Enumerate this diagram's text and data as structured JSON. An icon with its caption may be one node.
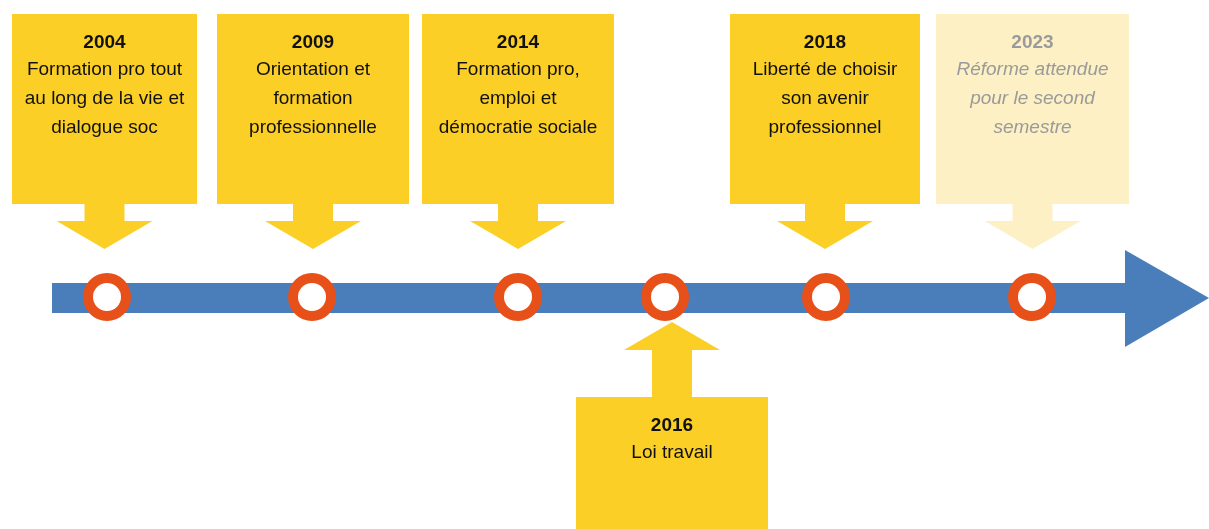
{
  "diagram": {
    "nodes": [
      {
        "text": [
          "2004",
          "Formation pro tout au long de la vie et dialogue soc"
        ]
      },
      {
        "text": [
          "2009",
          "Orientation et formation professionnelle"
        ]
      },
      {
        "text": [
          "2014",
          "Formation pro, emploi et démocratie sociale"
        ]
      },
      {
        "text": [
          "2018",
          "Liberté de choisir son avenir professionnel"
        ]
      },
      {
        "text": [
          "2023",
          "Réforme attendue pour le second semestre"
        ]
      },
      {
        "text": [],
        "shape": "circle"
      },
      {
        "text": [],
        "shape": "circle"
      },
      {
        "text": [],
        "shape": "circle"
      },
      {
        "text": [],
        "shape": "circle"
      },
      {
        "text": [],
        "shape": "circle"
      },
      {
        "text": [],
        "shape": "circle"
      },
      {
        "text": [
          "2016",
          "Loi travail"
        ]
      }
    ],
    "edges": [
      {
        "from": 0,
        "to": 5,
        "arrow": "to"
      },
      {
        "from": 1,
        "to": 6,
        "arrow": "to"
      },
      {
        "from": 2,
        "to": 7,
        "arrow": "to"
      },
      {
        "from": 3,
        "to": 9,
        "arrow": "to"
      },
      {
        "from": 4,
        "to": 10,
        "arrow": "to",
        "color": "#fdf0c4"
      },
      {
        "from": 11,
        "to": 8,
        "arrow": "to"
      }
    ]
  }
}
